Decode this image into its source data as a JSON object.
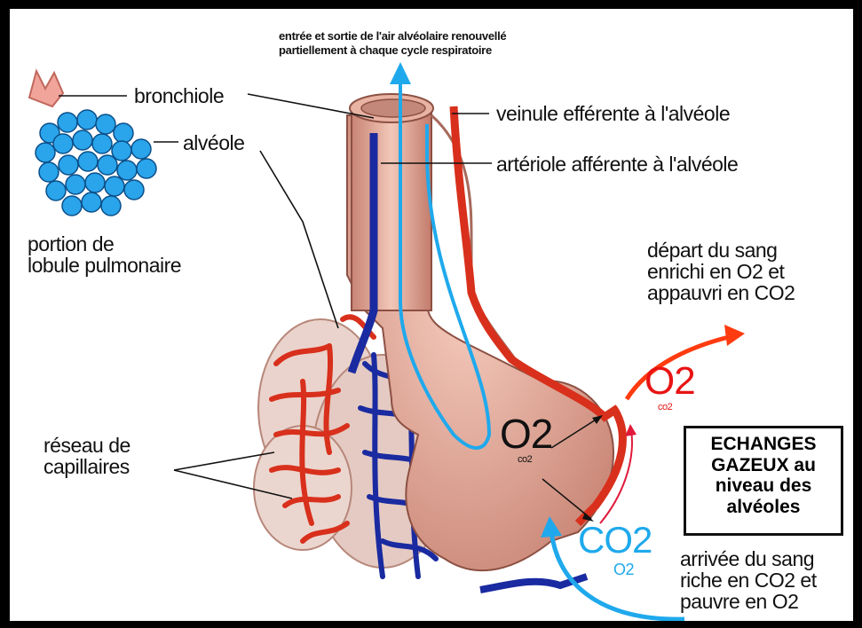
{
  "labels": {
    "air_flow": "entrée et sortie de l'air alvéolaire renouvellé\npartiellement à chaque cycle respiratoire",
    "bronchiole": "bronchiole",
    "alveole": "alvéole",
    "portion": "portion de\nlobule pulmonaire",
    "veinule": "veinule efférente à l'alvéole",
    "arteriole": "artériole afférente à l'alvéole",
    "depart": "départ du sang\nenrichi en O2 et\nappauvri en CO2",
    "reseau": "réseau de\ncapillaires",
    "arrivee": "arrivée du sang\nriche en CO2 et\npauvre en O2",
    "box_title": "ECHANGES\nGAZEUX au\nniveau des\nalvéoles"
  },
  "gas_labels": {
    "o2_inside": "O2",
    "co2_inside": "co2",
    "o2_out": "O2",
    "co2_out_small": "co2",
    "co2_in": "CO2",
    "o2_in_small": "O2"
  },
  "colors": {
    "air": "#1fa9ec",
    "blood_out": "#ff3b10",
    "o2_out": "#e81414",
    "vessel_red": "#d8301c",
    "vessel_blue": "#1a2aa0",
    "tissue": "#eab5a6",
    "lobule": "#2aa4ea"
  }
}
